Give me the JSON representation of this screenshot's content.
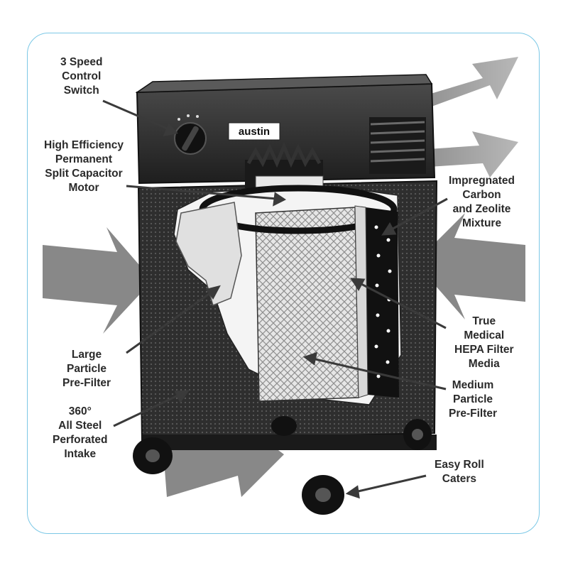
{
  "brand": "austin",
  "labels": {
    "speed_switch": [
      "3 Speed",
      "Control",
      "Switch"
    ],
    "motor": [
      "High Efficiency",
      "Permanent",
      "Split Capacitor",
      "Motor"
    ],
    "carbon": [
      "Impregnated",
      "Carbon",
      "and Zeolite",
      "Mixture"
    ],
    "hepa": [
      "True",
      "Medical",
      "HEPA Filter",
      "Media"
    ],
    "large_prefilter": [
      "Large",
      "Particle",
      "Pre-Filter"
    ],
    "medium_prefilter": [
      "Medium",
      "Particle",
      "Pre-Filter"
    ],
    "intake": [
      "360°",
      "All Steel",
      "Perforated",
      "Intake"
    ],
    "casters": [
      "Easy Roll",
      "Caters"
    ]
  },
  "colors": {
    "frame_border": "#7cc8e6",
    "body_dark": "#2b2b2b",
    "arrow_gray": "#8a8a8a",
    "label_text": "#2a2a2a"
  }
}
